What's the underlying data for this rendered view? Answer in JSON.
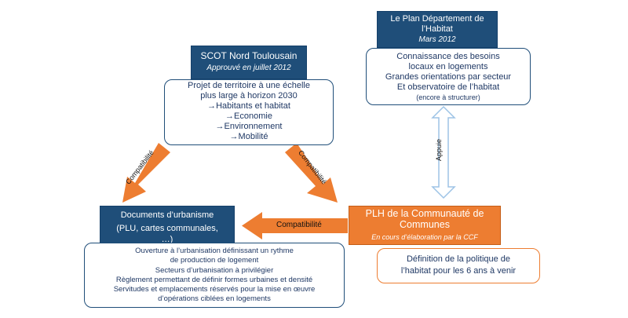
{
  "scot": {
    "title": "SCOT Nord Toulousain",
    "subtitle": "Approuvé en juillet 2012",
    "lines": [
      "Projet de territoire à une échelle",
      "plus large à horizon 2030",
      "→Habitants et habitat",
      "→Economie",
      "→Environnement",
      "→Mobilité"
    ]
  },
  "pdh": {
    "title_line1": "Le Plan Département de",
    "title_line2": "l’Habitat",
    "subtitle": "Mars 2012",
    "lines": [
      "Connaissance des besoins",
      "locaux en logements",
      "Grandes orientations par secteur",
      "Et observatoire de l’habitat",
      "(encore à structurer)"
    ]
  },
  "docs": {
    "title": "Documents d’urbanisme",
    "subtitle_line1": "(PLU, cartes communales,",
    "subtitle_line2": "…)",
    "lines": [
      "Ouverture à l’urbanisation définissant un rythme",
      "de production de logement",
      "Secteurs d’urbanisation à privilégier",
      "Règlement permettant de définir formes urbaines et densité",
      "Servitudes et emplacements réservés pour la mise en œuvre",
      "d’opérations ciblées en logements"
    ]
  },
  "plh": {
    "title_line1": "PLH de la Communauté de",
    "title_line2": "Communes",
    "subtitle": "En cours d’élaboration par la CCF",
    "lines": [
      "Définition de la politique de",
      "l’habitat pour les 6 ans à venir"
    ]
  },
  "arrows": {
    "scot_to_docs": "Compatibilité",
    "scot_to_plh": "Compatibilité",
    "plh_to_docs": "Compatibilité",
    "pdh_plh": "Appuie"
  },
  "colors": {
    "navy": "#1f4e79",
    "orange": "#ed7d31",
    "text": "#1f3864"
  }
}
